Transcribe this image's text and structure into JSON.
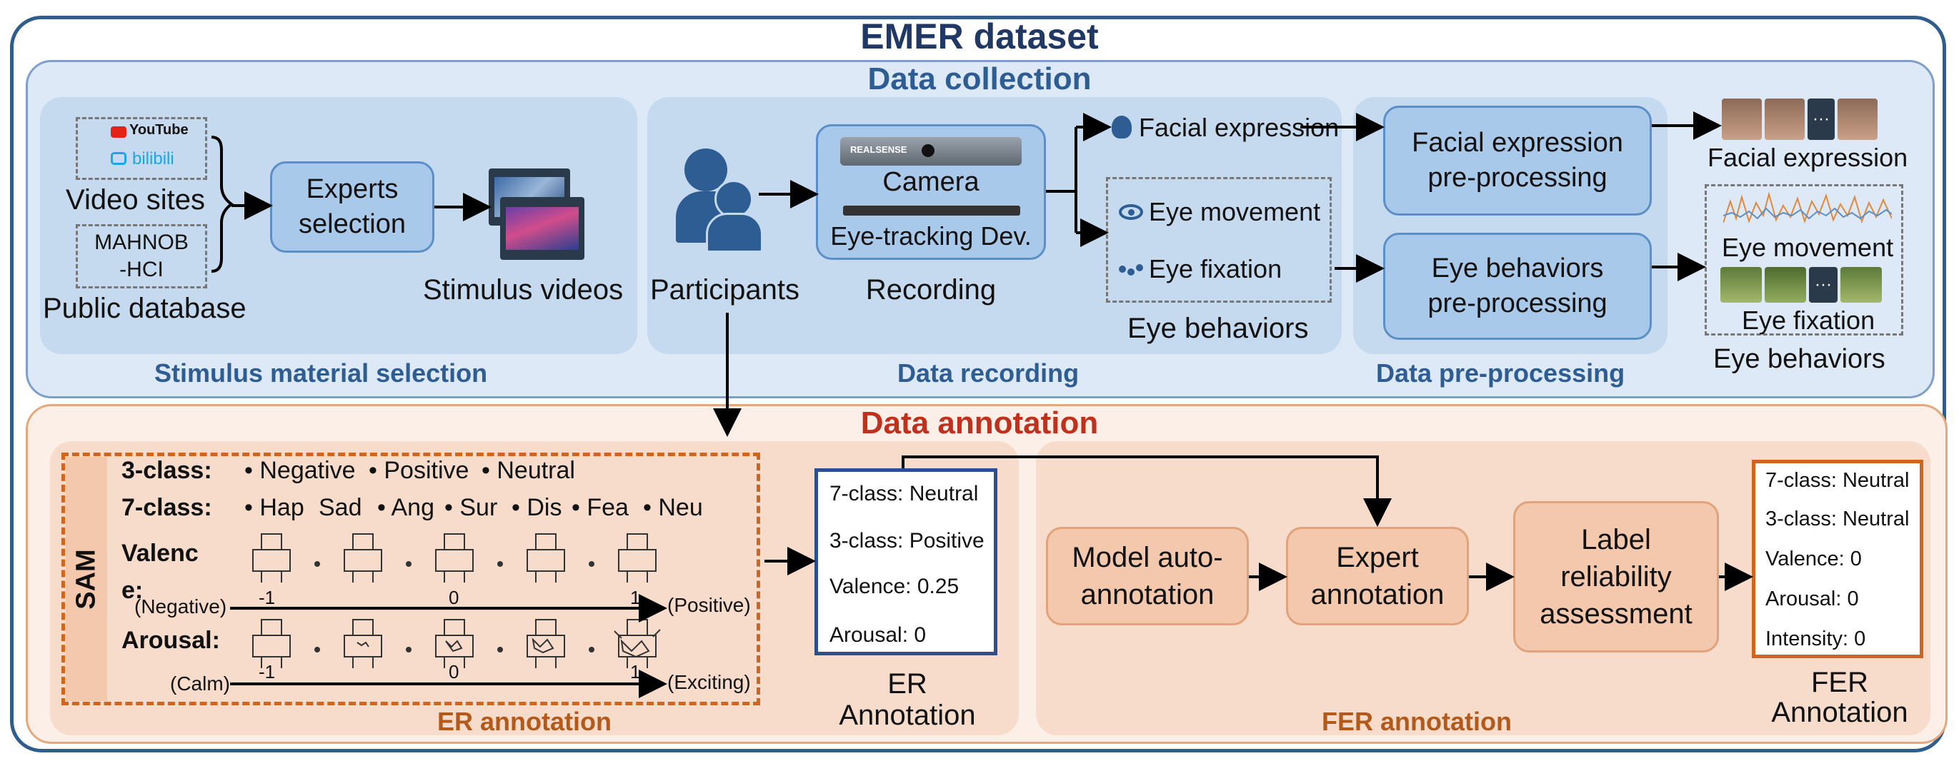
{
  "title": "EMER dataset",
  "collection": {
    "title": "Data collection",
    "stimulus": {
      "section_label": "Stimulus material selection",
      "logos": {
        "youtube": "YouTube",
        "bilibili": "bilibili"
      },
      "video_sites_label": "Video sites",
      "mahnob_line1": "MAHNOB",
      "mahnob_line2": "-HCI",
      "public_db_label": "Public database",
      "experts_line1": "Experts",
      "experts_line2": "selection",
      "stimulus_videos_label": "Stimulus videos"
    },
    "recording": {
      "section_label": "Data recording",
      "participants_label": "Participants",
      "camera_brand": "REALSENSE",
      "camera_label": "Camera",
      "eyetracker_label": "Eye-tracking Dev.",
      "recording_label": "Recording",
      "facial_expression_label": "Facial expression",
      "eye_movement_label": "Eye movement",
      "eye_fixation_label": "Eye fixation",
      "eye_behaviors_label": "Eye behaviors"
    },
    "preprocessing": {
      "section_label": "Data pre-processing",
      "facial_line1": "Facial expression",
      "facial_line2": "pre-processing",
      "eye_line1": "Eye behaviors",
      "eye_line2": "pre-processing"
    },
    "outputs": {
      "facial_expression_label": "Facial expression",
      "eye_movement_label": "Eye movement",
      "eye_fixation_label": "Eye fixation",
      "eye_behaviors_label": "Eye behaviors",
      "ellipsis": "···"
    }
  },
  "annotation": {
    "title": "Data annotation",
    "er": {
      "section_label": "ER annotation",
      "sam_label": "SAM",
      "three_class_label": "3-class:",
      "three_class_items": [
        "Negative",
        "Positive",
        "Neutral"
      ],
      "seven_class_label": "7-class:",
      "seven_class_items": [
        "Hap",
        "Sad",
        "Ang",
        "Sur",
        "Dis",
        "Fea",
        "Neu"
      ],
      "valence_line1": "Valenc",
      "valence_line2": "e:",
      "arousal_label": "Arousal:",
      "valence_neg": "(Negative)",
      "valence_pos": "(Positive)",
      "arousal_low": "(Calm)",
      "arousal_high": "(Exciting)",
      "ticks": [
        "-1",
        "0",
        "1"
      ],
      "doc_lines": [
        "7-class: Neutral",
        "3-class: Positive",
        "Valence: 0.25",
        "Arousal: 0"
      ],
      "doc_caption_line1": "ER",
      "doc_caption_line2": "Annotation"
    },
    "fer": {
      "section_label": "FER annotation",
      "model_line1": "Model auto-",
      "model_line2": "annotation",
      "expert_line1": "Expert",
      "expert_line2": "annotation",
      "label_line1": "Label",
      "label_line2": "reliability",
      "label_line3": "assessment",
      "doc_lines": [
        "7-class: Neutral",
        "3-class: Neutral",
        "Valence: 0",
        "Arousal: 0",
        "Intensity: 0"
      ],
      "doc_caption_line1": "FER",
      "doc_caption_line2": "Annotation"
    }
  },
  "colors": {
    "outer_border": "#2f5d8c",
    "collection_bg": "#dde9f6",
    "annotation_bg": "#fcefe8",
    "blue_box": "#a9c9ea",
    "orange_box": "#f3c8ac",
    "annotation_title": "#c0311d"
  }
}
